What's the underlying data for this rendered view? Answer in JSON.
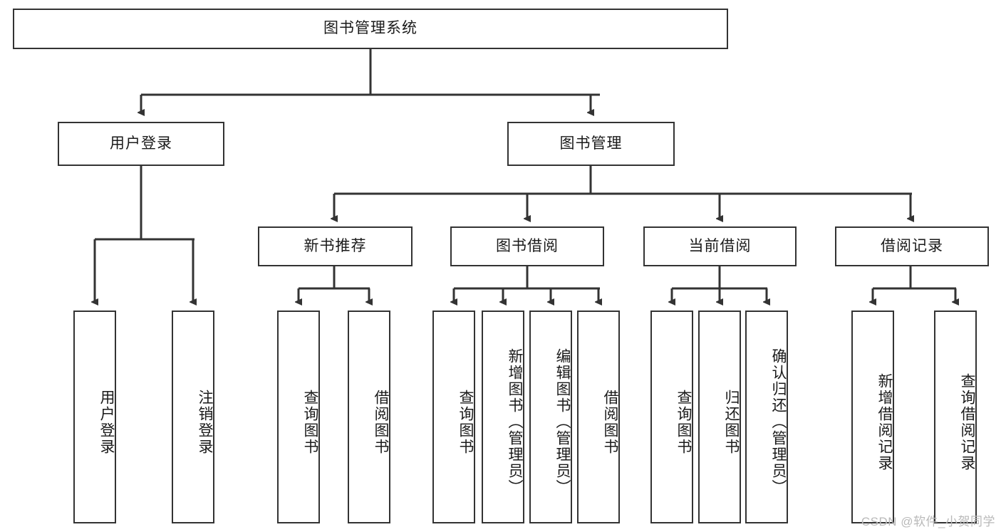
{
  "diagram": {
    "type": "tree-hierarchy",
    "title": "图书管理系统",
    "watermark": "CSDN @软件_小贺同学",
    "colors": {
      "stroke": "#333333",
      "fill": "#ffffff",
      "text": "#1a1a1a",
      "watermark": "#b9b9b9"
    },
    "nodes": {
      "root": {
        "label": "图书管理系统",
        "orientation": "horizontal"
      },
      "level2": [
        {
          "label": "用户登录",
          "orientation": "horizontal"
        },
        {
          "label": "图书管理",
          "orientation": "horizontal"
        }
      ],
      "level3": [
        {
          "label": "新书推荐",
          "orientation": "horizontal"
        },
        {
          "label": "图书借阅",
          "orientation": "horizontal"
        },
        {
          "label": "当前借阅",
          "orientation": "horizontal"
        },
        {
          "label": "借阅记录",
          "orientation": "horizontal"
        }
      ],
      "leaves": {
        "user_login": [
          {
            "label": "用户登录",
            "orientation": "vertical"
          },
          {
            "label": "注销登录",
            "orientation": "vertical"
          }
        ],
        "new_book_recommend": [
          {
            "label": "查询图书",
            "orientation": "vertical"
          },
          {
            "label": "借阅图书",
            "orientation": "vertical"
          }
        ],
        "book_borrow": [
          {
            "label": "查询图书",
            "orientation": "vertical"
          },
          {
            "label": "新增图书（管理员）",
            "orientation": "vertical"
          },
          {
            "label": "编辑图书（管理员）",
            "orientation": "vertical"
          },
          {
            "label": "借阅图书",
            "orientation": "vertical"
          }
        ],
        "current_borrow": [
          {
            "label": "查询图书",
            "orientation": "vertical"
          },
          {
            "label": "归还图书",
            "orientation": "vertical"
          },
          {
            "label": "确认归还（管理员）",
            "orientation": "vertical"
          }
        ],
        "borrow_record": [
          {
            "label": "新增借阅记录",
            "orientation": "vertical"
          },
          {
            "label": "查询借阅记录",
            "orientation": "vertical"
          }
        ]
      }
    }
  }
}
